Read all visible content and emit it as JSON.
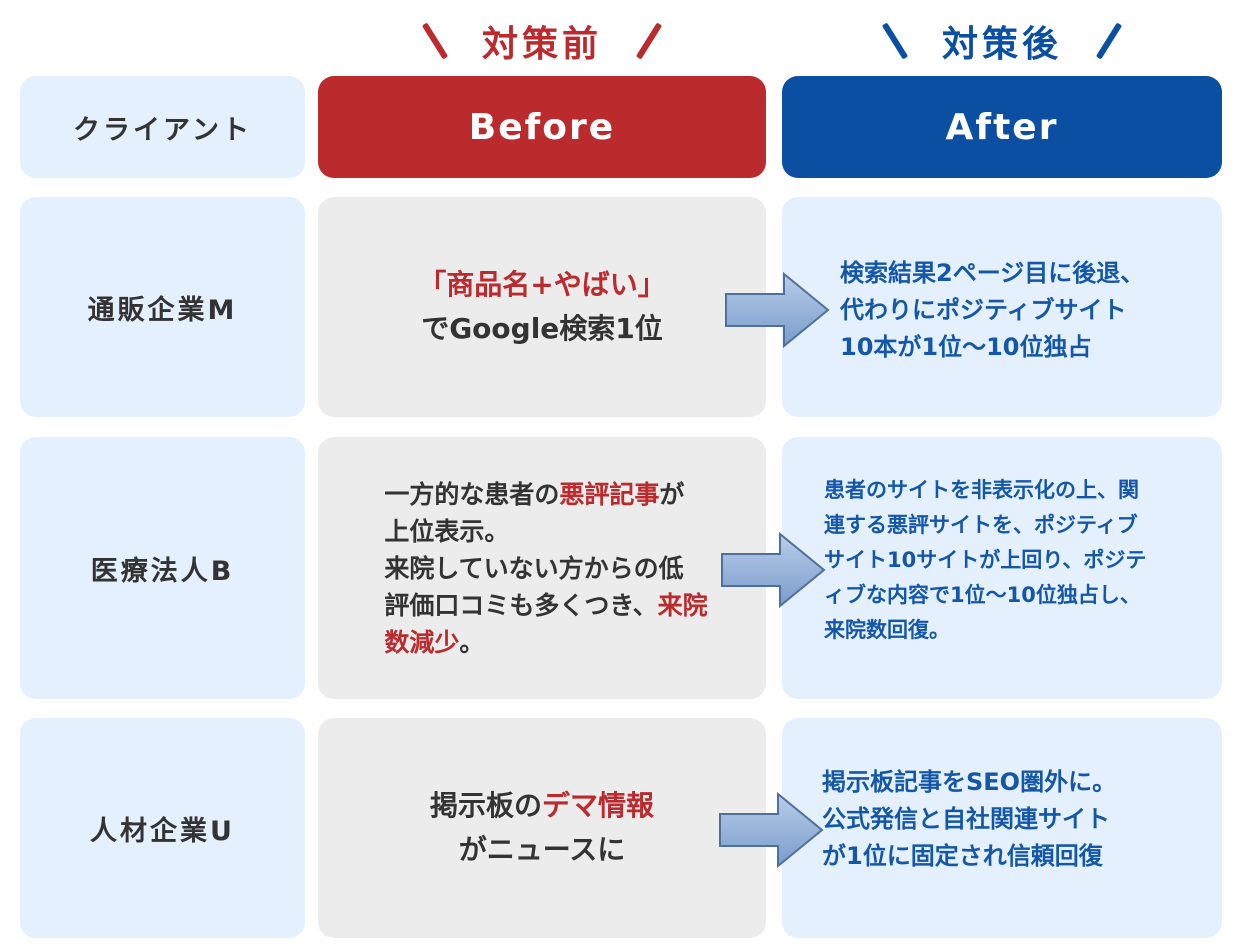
{
  "top_labels": {
    "before": "対策前",
    "after": "対策後"
  },
  "header": {
    "client": "クライアント",
    "before": "Before",
    "after": "After"
  },
  "rows": [
    {
      "client": "通販企業M",
      "before": {
        "line1_red": "「商品名+やばい」",
        "line2": "でGoogle検索1位"
      },
      "after": [
        "検索結果2ページ目に後退、",
        "代わりにポジティブサイト",
        "10本が1位〜10位独占"
      ]
    },
    {
      "client": "医療法人B",
      "before": {
        "l1_a": "一方的な患者の",
        "l1_red": "悪評記事",
        "l1_b": "が",
        "l2": "上位表示。",
        "l3": "来院していない方からの低",
        "l4_a": "評価口コミも多くつき、",
        "l4_red": "来院",
        "l5_red": "数減少",
        "l5_b": "。"
      },
      "after": [
        "患者のサイトを非表示化の上、関",
        "連する悪評サイトを、ポジティブ",
        "サイト10サイトが上回り、ポジテ",
        "ィブな内容で1位〜10位独占し、",
        "来院数回復。"
      ]
    },
    {
      "client": "人材企業U",
      "before": {
        "l1_a": "掲示板の",
        "l1_red": "デマ情報",
        "l2": "がニュースに"
      },
      "after": [
        "掲示板記事をSEO圏外に。",
        "公式発信と自社関連サイト",
        "が1位に固定され信頼回復"
      ]
    }
  ],
  "colors": {
    "before_red": "#bb2a2d",
    "after_blue": "#0b4fa3",
    "after_text": "#1457a8",
    "client_bg": "#e4f0fd",
    "before_bg": "#ececec",
    "arrow_fill": "#8fb0d8"
  },
  "icons": {
    "arrow": "right-arrow-icon",
    "slash": "slash-decoration"
  }
}
